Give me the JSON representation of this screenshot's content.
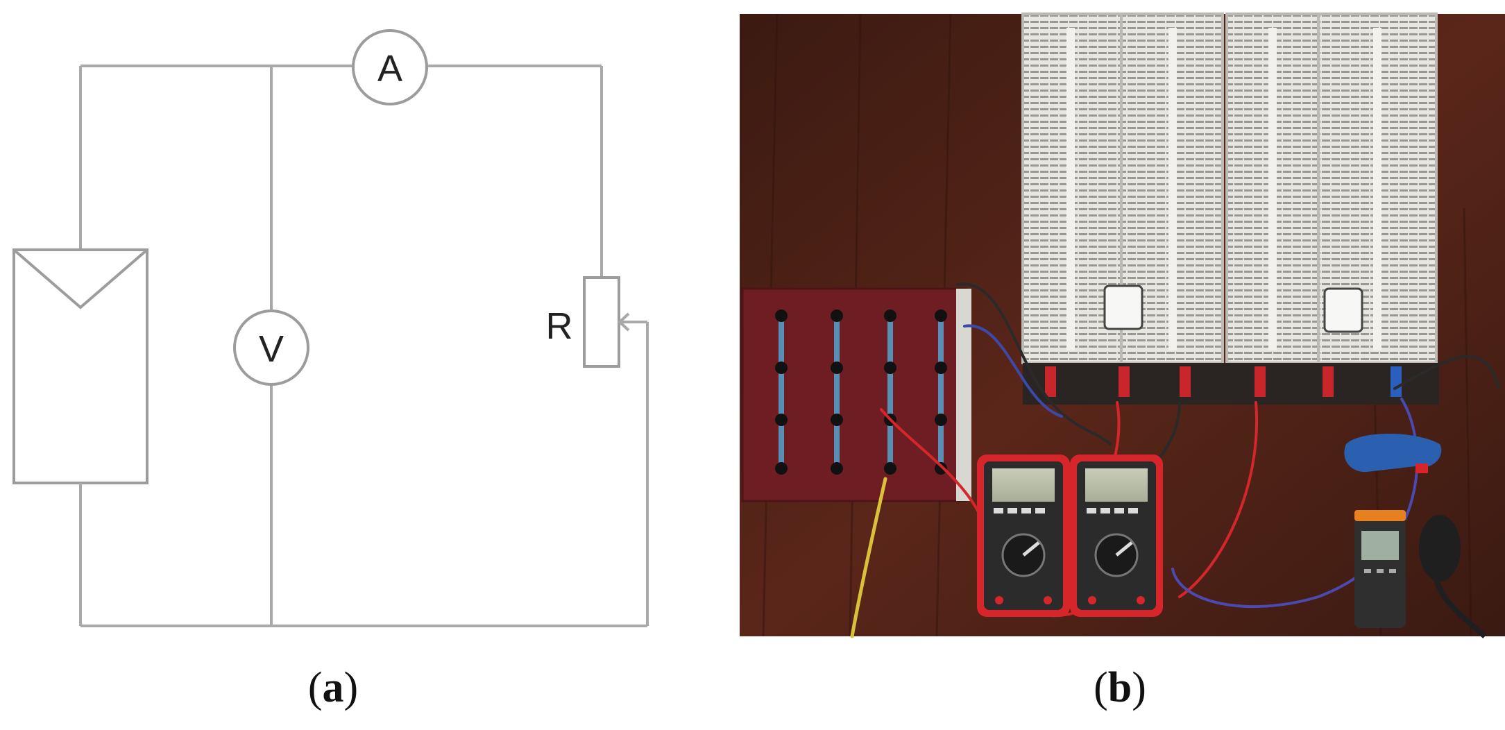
{
  "panels": [
    {
      "id": "a",
      "caption_open": "(",
      "caption_letter": "a",
      "caption_close": ")",
      "diagram": {
        "ammeter_label": "A",
        "voltmeter_label": "V",
        "resistor_label": "R"
      }
    },
    {
      "id": "b",
      "caption_open": "(",
      "caption_letter": "b",
      "caption_close": ")"
    }
  ],
  "colors": {
    "wire": "#a9a9a9",
    "background": "#ffffff",
    "photo_table": "#4a2016",
    "resistor_panel": "#e9e7e2",
    "meter_red": "#d6262b",
    "board_red": "#6e1e22"
  }
}
